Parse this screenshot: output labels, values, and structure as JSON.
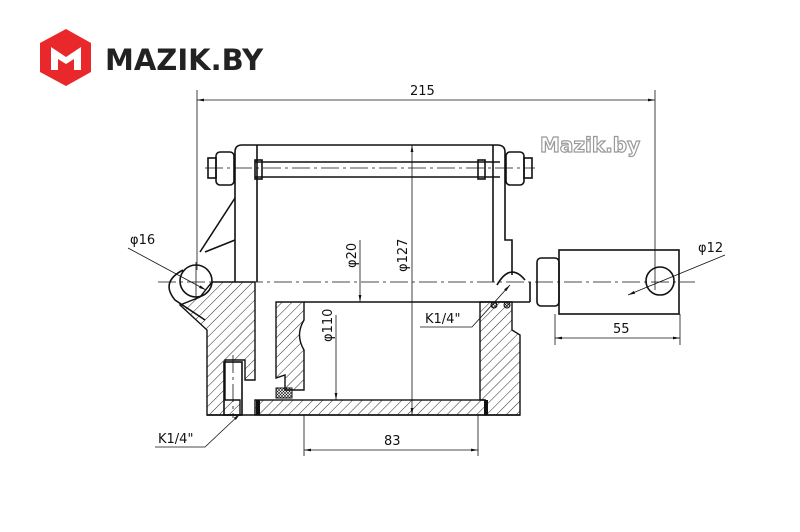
{
  "logo": {
    "text": "MAZIK.BY",
    "color": "#e8282b"
  },
  "watermark": "Mazik.by",
  "dimensions": {
    "overall_width": "215",
    "pin_diameter_left": "φ16",
    "pin_diameter_right": "φ12",
    "shaft_diameter": "φ20",
    "outer_diameter": "φ127",
    "bore_diameter": "φ110",
    "thread_right": "K1/4\"",
    "thread_bottom": "K1/4\"",
    "right_length": "55",
    "bore_depth_width": "83"
  }
}
